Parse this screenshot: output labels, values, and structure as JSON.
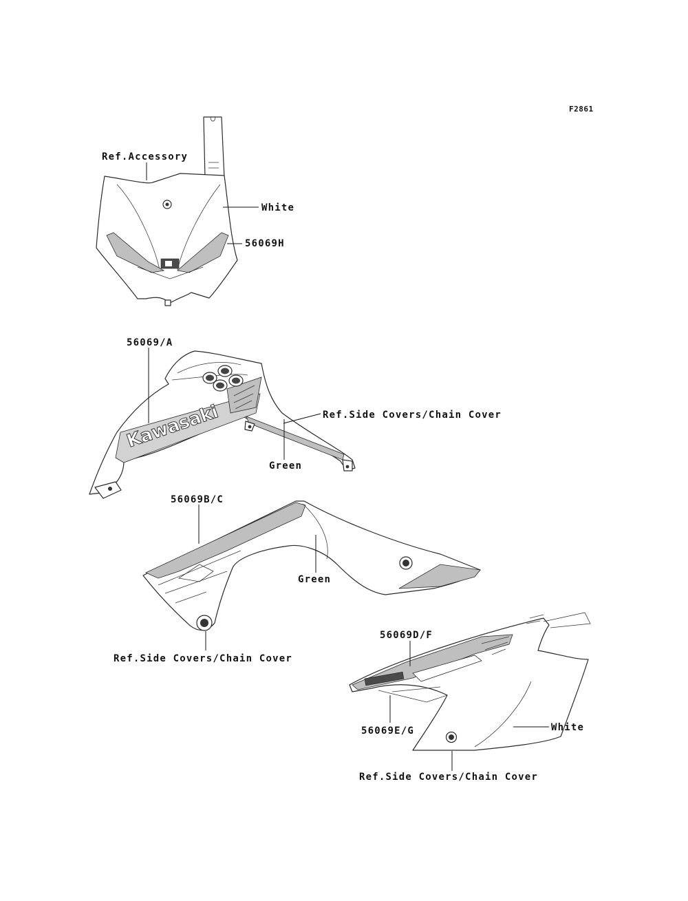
{
  "figure_code": "F2861",
  "headlight": {
    "ref_label": "Ref.Accessory",
    "color_label": "White",
    "part_label": "56069H"
  },
  "shroud": {
    "part_label": "56069/A",
    "ref_label": "Ref.Side Covers/Chain Cover",
    "color_label": "Green",
    "logo_text": "Kawasaki"
  },
  "radiator_cover": {
    "part_label": "56069B/C",
    "color_label": "Green",
    "ref_label": "Ref.Side Covers/Chain Cover"
  },
  "side_cover": {
    "part_label_top": "56069D/F",
    "part_label_bottom": "56069E/G",
    "color_label": "White",
    "ref_label": "Ref.Side Covers/Chain Cover"
  }
}
